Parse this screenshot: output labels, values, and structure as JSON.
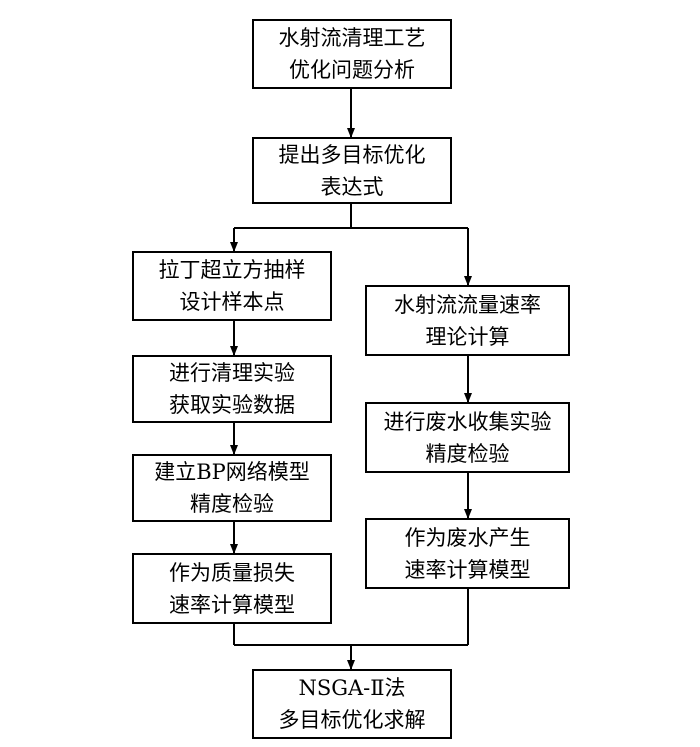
{
  "nodes": {
    "analysis": {
      "line1": "水射流清理工艺",
      "line2": "优化问题分析"
    },
    "objective": {
      "line1": "提出多目标优化",
      "line2": "表达式"
    },
    "lhs": {
      "line1": "拉丁超立方抽样",
      "line2": "设计样本点"
    },
    "experiment": {
      "line1": "进行清理实验",
      "line2": "获取实验数据"
    },
    "bp": {
      "line1": "建立BP网络模型",
      "line2": "精度检验"
    },
    "mass_loss": {
      "line1": "作为质量损失",
      "line2": "速率计算模型"
    },
    "flow_rate": {
      "line1": "水射流流量速率",
      "line2": "理论计算"
    },
    "wastewater_exp": {
      "line1": "进行废水收集实验",
      "line2": "精度检验"
    },
    "wastewater_model": {
      "line1": "作为废水产生",
      "line2": "速率计算模型"
    },
    "nsga": {
      "line1": "NSGA-Ⅱ法",
      "line2": "多目标优化求解"
    }
  },
  "colors": {
    "stroke": "#000000",
    "background": "#ffffff"
  }
}
